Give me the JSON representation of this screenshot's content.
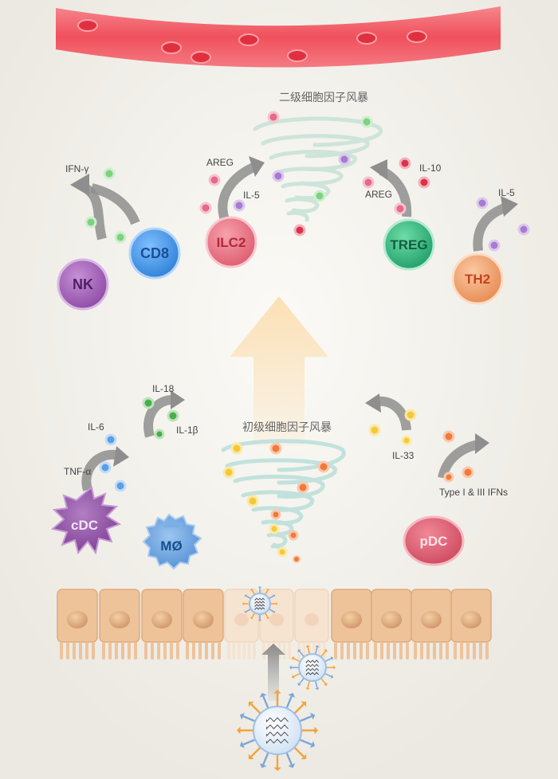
{
  "titles": {
    "secondary_storm": "二级细胞因子风暴",
    "primary_storm": "初级细胞因子风暴"
  },
  "cells": {
    "nk": "NK",
    "cd8": "CD8",
    "ilc2": "ILC2",
    "treg": "TREG",
    "th2": "TH2",
    "cdc": "cDC",
    "macrophage": "MØ",
    "pdc": "pDC"
  },
  "cytokines": {
    "ifn_gamma": "IFN-γ",
    "areg_1": "AREG",
    "il5_1": "IL-5",
    "il10": "IL-10",
    "areg_2": "AREG",
    "il5_2": "IL-5",
    "il6": "IL-6",
    "tnf_alpha": "TNF-α",
    "il18": "IL-18",
    "il1b": "IL-1β",
    "il33": "IL-33",
    "type_ifns": "Type I & III IFNs"
  },
  "colors": {
    "background": "#f3f1ec",
    "vessel": "#f0505c",
    "nk": "#9b5bb0",
    "cd8": "#3f8fe0",
    "ilc2": "#e06677",
    "treg": "#2bb07a",
    "th2": "#e88a52",
    "cdc": "#8e4aa3",
    "macrophage": "#5b97d9",
    "pdc": "#d25467",
    "epithelium": "#eec39a",
    "big_arrow": "#fbe0b5"
  }
}
